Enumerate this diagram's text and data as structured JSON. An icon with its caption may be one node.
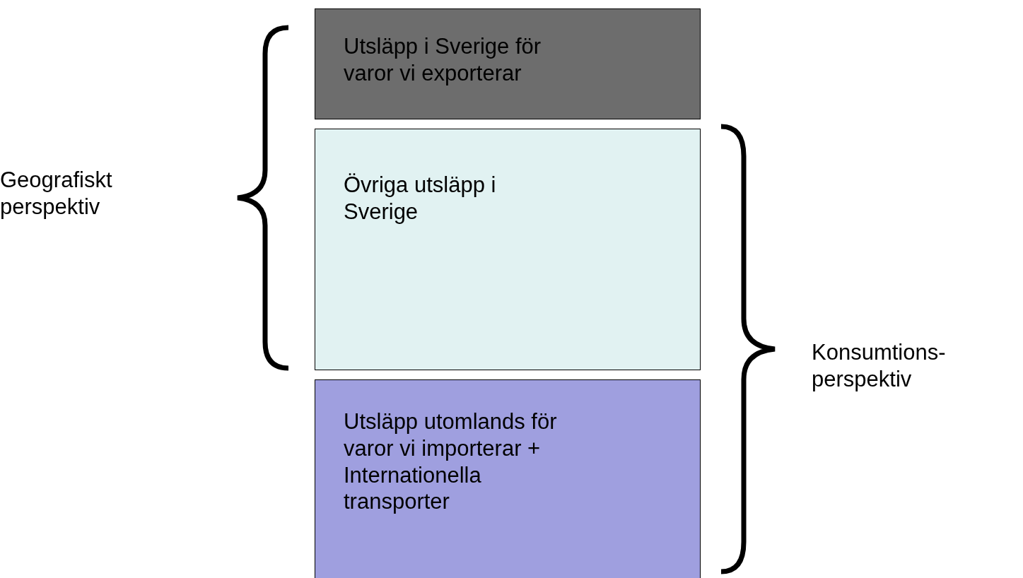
{
  "diagram": {
    "nodes": [
      {
        "text": [
          "Utsläpp i Sverige för varor vi exporterar"
        ]
      },
      {
        "text": [
          "Övriga utsläpp i Sverige"
        ]
      },
      {
        "text": [
          "Utsläpp utomlands för varor vi importerar + Internationella transporter"
        ]
      }
    ],
    "labels": [
      "Geografiskt perspektiv",
      "Konsumtions- perspektiv"
    ]
  }
}
